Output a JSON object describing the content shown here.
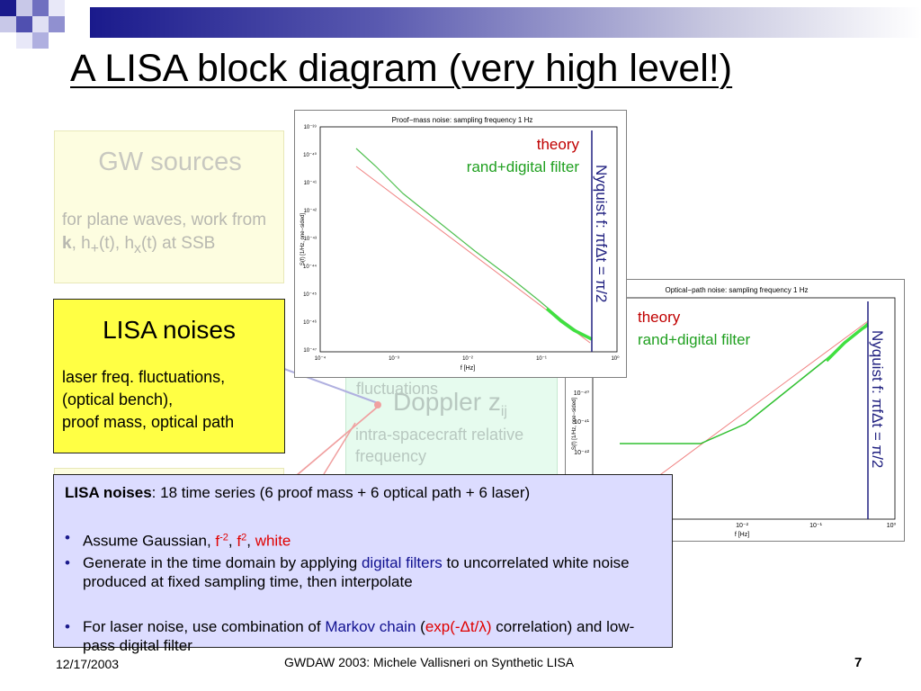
{
  "slide": {
    "title": "A LISA block diagram (very high level!)"
  },
  "gw_sources": {
    "title": "GW sources",
    "text_a": "for plane waves, work from ",
    "text_k": "k",
    "text_b": ", h",
    "sub_plus": "+",
    "text_c": "(t), h",
    "sub_x": "x",
    "text_d": "(t) at SSB"
  },
  "lisa_noises": {
    "title": "LISA noises",
    "lines": [
      "laser freq. fluctuations,",
      "(optical bench),",
      "proof mass, optical path"
    ]
  },
  "doppler": {
    "title": "Doppler z",
    "subscript": "ij",
    "text": "intra-spacecraft relative frequency",
    "fragment": "fluctuations"
  },
  "plots": [
    {
      "title": "Proof−mass noise: sampling frequency 1 Hz",
      "ylabel": "S(f) [1/Hz, one−sided]",
      "xlabel": "f [Hz]",
      "y_ticks": [
        "10⁻³⁹",
        "10⁻⁴⁰",
        "10⁻⁴¹",
        "10⁻⁴²",
        "10⁻⁴³",
        "10⁻⁴⁴",
        "10⁻⁴⁵",
        "10⁻⁴⁶",
        "10⁻⁴⁷"
      ],
      "x_ticks": [
        "10⁻⁴",
        "10⁻³",
        "10⁻²",
        "10⁻¹",
        "10⁰"
      ],
      "legend_theory": "theory",
      "legend_filter": "rand+digital filter",
      "nyquist_label": "Nyquist f: πfΔt = π/2",
      "colors": {
        "theory": "#e00000",
        "filter": "#20a020",
        "nyquist": "#202080"
      }
    },
    {
      "title": "Optical−path noise: sampling frequency 1 Hz",
      "ylabel": "S(f) [1/Hz, one−sided]",
      "xlabel": "f [Hz]",
      "y_ticks": [
        "10⁻⁴⁰",
        "10⁻⁴¹",
        "10⁻⁴²"
      ],
      "x_ticks": [
        "10⁻²",
        "10⁻¹",
        "10⁰"
      ],
      "legend_theory": "theory",
      "legend_filter": "rand+digital filter",
      "nyquist_label": "Nyquist f: πfΔt = π/2",
      "colors": {
        "theory": "#e00000",
        "filter": "#20a020",
        "nyquist": "#202080"
      }
    }
  ],
  "callout": {
    "lead_bold": "LISA noises",
    "lead_rest": ": 18 time series (6 proof mass + 6 optical path + 6 laser)",
    "b1_text": "Assume Gaussian, ",
    "b1_f2": "f",
    "b1_f2_exp": "-2",
    "b1_sep1": ", ",
    "b1_f2b": "f",
    "b1_f2b_exp": "2",
    "b1_sep2": ", ",
    "b1_white": "white",
    "b2_a": "Generate in the time domain by applying ",
    "b2_link": "digital filters",
    "b2_b": " to uncorrelated white noise produced at fixed sampling time, then interpolate",
    "b3_a": "For laser noise, use combination of ",
    "b3_link": "Markov chain",
    "b3_b": " (",
    "b3_red": "exp(-Δt/λ)",
    "b3_c": " correlation) and low-pass digital filter"
  },
  "footer": {
    "date": "12/17/2003",
    "center": "GWDAW 2003: Michele Vallisneri on Synthetic LISA",
    "page": "7"
  },
  "colors": {
    "title_band": "#1a1a8c",
    "noise_box": "#ffff44",
    "callout_bg": "#dcdcff",
    "highlight_red": "#e00000",
    "highlight_blue": "#101090"
  }
}
